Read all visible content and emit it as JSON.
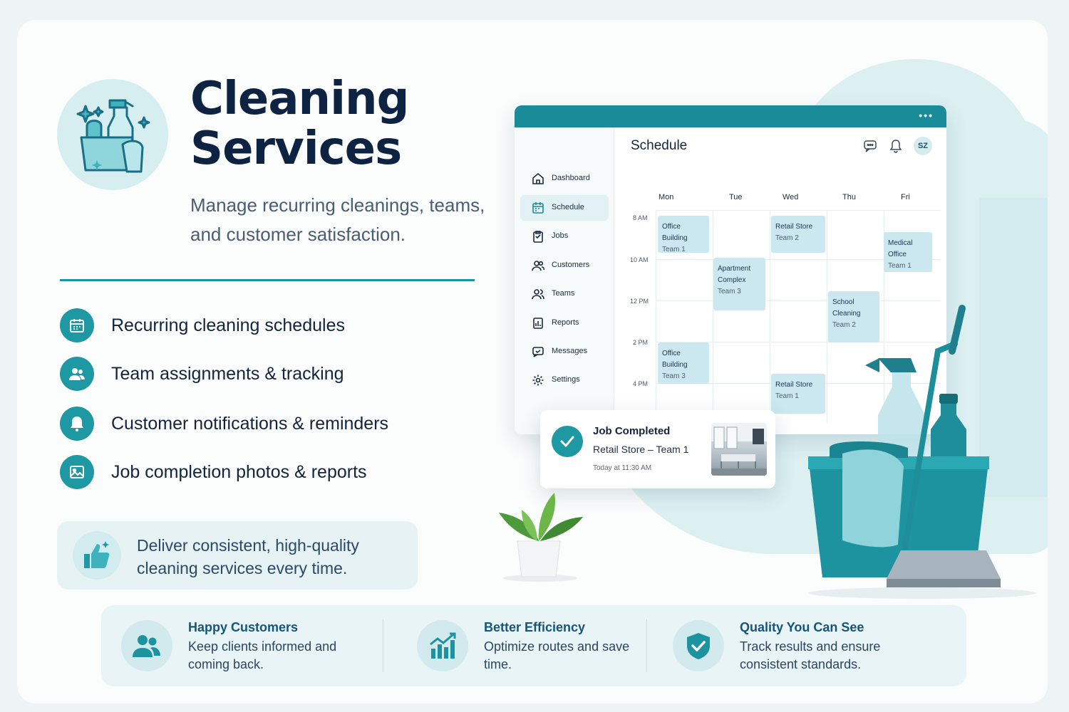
{
  "hero": {
    "title_line1": "Cleaning",
    "title_line2": "Services",
    "subtitle": "Manage recurring cleanings, teams, and customer satisfaction.",
    "icon": "cleaning-supplies-icon"
  },
  "features": [
    {
      "label": "Recurring cleaning schedules",
      "icon": "calendar-icon"
    },
    {
      "label": "Team assignments & tracking",
      "icon": "team-icon"
    },
    {
      "label": "Customer notifications & reminders",
      "icon": "bell-icon"
    },
    {
      "label": "Job completion photos & reports",
      "icon": "image-icon"
    }
  ],
  "deliver": {
    "text": "Deliver consistent, high-quality cleaning services every time.",
    "icon": "thumbs-up-icon"
  },
  "app": {
    "menu_dots": "•••",
    "nav": [
      {
        "label": "Dashboard",
        "icon": "home-icon"
      },
      {
        "label": "Schedule",
        "icon": "calendar-icon"
      },
      {
        "label": "Jobs",
        "icon": "clipboard-icon"
      },
      {
        "label": "Customers",
        "icon": "users-icon"
      },
      {
        "label": "Teams",
        "icon": "team-icon"
      },
      {
        "label": "Reports",
        "icon": "report-icon"
      },
      {
        "label": "Messages",
        "icon": "message-icon"
      },
      {
        "label": "Settings",
        "icon": "gear-icon"
      }
    ],
    "active_nav": "Schedule",
    "header_title": "Schedule",
    "avatar": "SZ",
    "days": [
      "Mon",
      "Tue",
      "Wed",
      "Thu",
      "Fri"
    ],
    "times": [
      "8 AM",
      "10 AM",
      "12 PM",
      "2 PM",
      "4 PM"
    ],
    "events": [
      {
        "title": "Office Building",
        "team": "Team 1"
      },
      {
        "title": "Retail Store",
        "team": "Team 2"
      },
      {
        "title": "Medical Office",
        "team": "Team 1"
      },
      {
        "title": "Apartment Complex",
        "team": "Team 3"
      },
      {
        "title": "School Cleaning",
        "team": "Team 2"
      },
      {
        "title": "Office Building",
        "team": "Team 3"
      },
      {
        "title": "Retail Store",
        "team": "Team 1"
      }
    ]
  },
  "toast": {
    "title": "Job Completed",
    "detail": "Retail Store – Team 1",
    "time": "Today at 11:30 AM"
  },
  "benefits": [
    {
      "title": "Happy Customers",
      "desc": "Keep clients informed and coming back.",
      "icon": "users-icon"
    },
    {
      "title": "Better Efficiency",
      "desc": "Optimize routes and save time.",
      "icon": "chart-growth-icon"
    },
    {
      "title": "Quality You Can See",
      "desc": "Track results and ensure consistent standards.",
      "icon": "shield-check-icon"
    }
  ],
  "colors": {
    "accent": "#1e98a3",
    "navy": "#0e2242",
    "light_teal": "#dcf0f2"
  }
}
